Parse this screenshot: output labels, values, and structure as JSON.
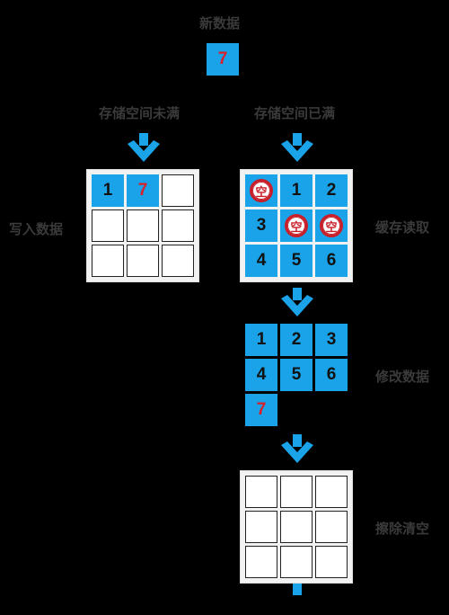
{
  "labels": {
    "new_data": "新数据",
    "storage_not_full": "存储空间未满",
    "storage_full": "存储空间已满",
    "write_data": "写入数据",
    "cache_read": "缓存读取",
    "modify_data": "修改数据",
    "erase_clear": "擦除清空"
  },
  "new_value": "7",
  "grid_not_full": [
    "1",
    "7",
    "",
    "",
    "",
    "",
    "",
    "",
    ""
  ],
  "grid_full": [
    "空",
    "1",
    "2",
    "3",
    "空",
    "空",
    "4",
    "5",
    "6"
  ],
  "grid_modified": [
    "1",
    "2",
    "3",
    "4",
    "5",
    "6",
    "7"
  ],
  "empty_marker": "空",
  "colors": {
    "cell_blue": "#1aa3e8",
    "highlight_red": "#d8202a",
    "arrow_blue": "#1aa3e8"
  }
}
